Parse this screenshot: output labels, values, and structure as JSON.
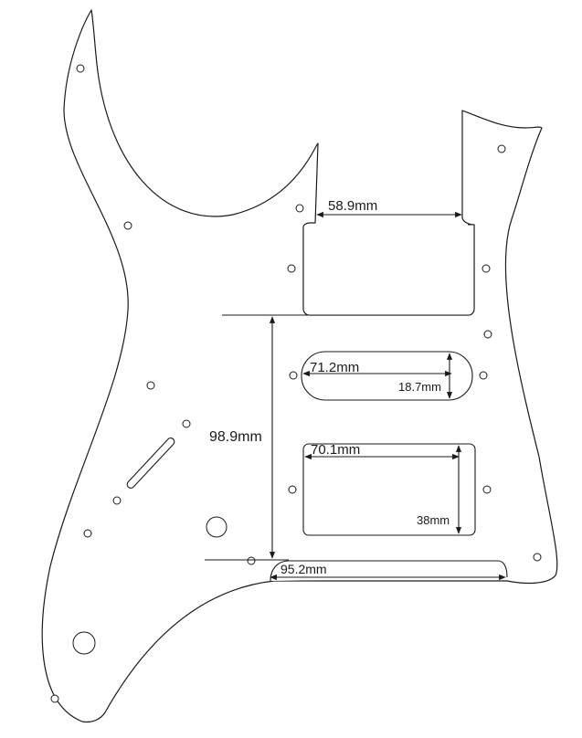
{
  "dimensions": {
    "neck_pickup_width": "58.9mm",
    "single_coil_width": "71.2mm",
    "single_coil_height": "18.7mm",
    "bridge_pickup_width": "70.1mm",
    "bridge_pickup_height": "38mm",
    "vertical_span": "98.9mm",
    "bottom_slot_width": "95.2mm"
  }
}
